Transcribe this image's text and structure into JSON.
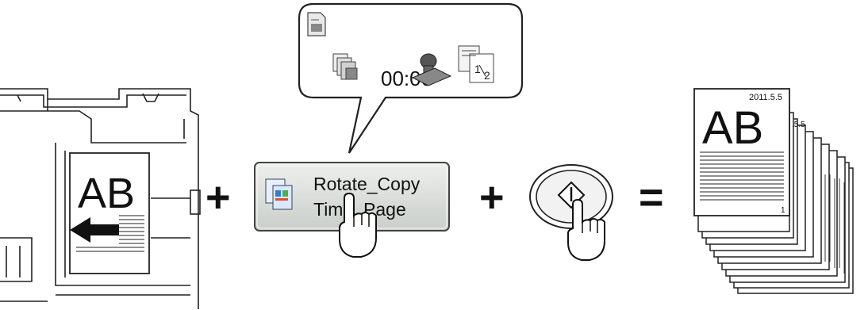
{
  "operators": {
    "plus_1": "+",
    "plus_2": "+",
    "equals": "="
  },
  "original_document": {
    "text": "AB"
  },
  "callout": {
    "timer": "00:00"
  },
  "function_key": {
    "line1": "Rotate_Copy",
    "line2": "Time_Page"
  },
  "output_copies": {
    "text": "AB",
    "stamp_date": "2011.5.5",
    "back_stamp": ".5.5",
    "page_number": "1"
  },
  "colors": {
    "key_fill": "#d8dcd9",
    "stroke": "#222222",
    "start_fill": "#f2f2f2"
  },
  "icons": [
    "document-icon",
    "copies-icon",
    "stamp-icon",
    "page-number-icon",
    "hand-pointer-icon",
    "start-diamond-icon",
    "arrow-left-icon"
  ]
}
